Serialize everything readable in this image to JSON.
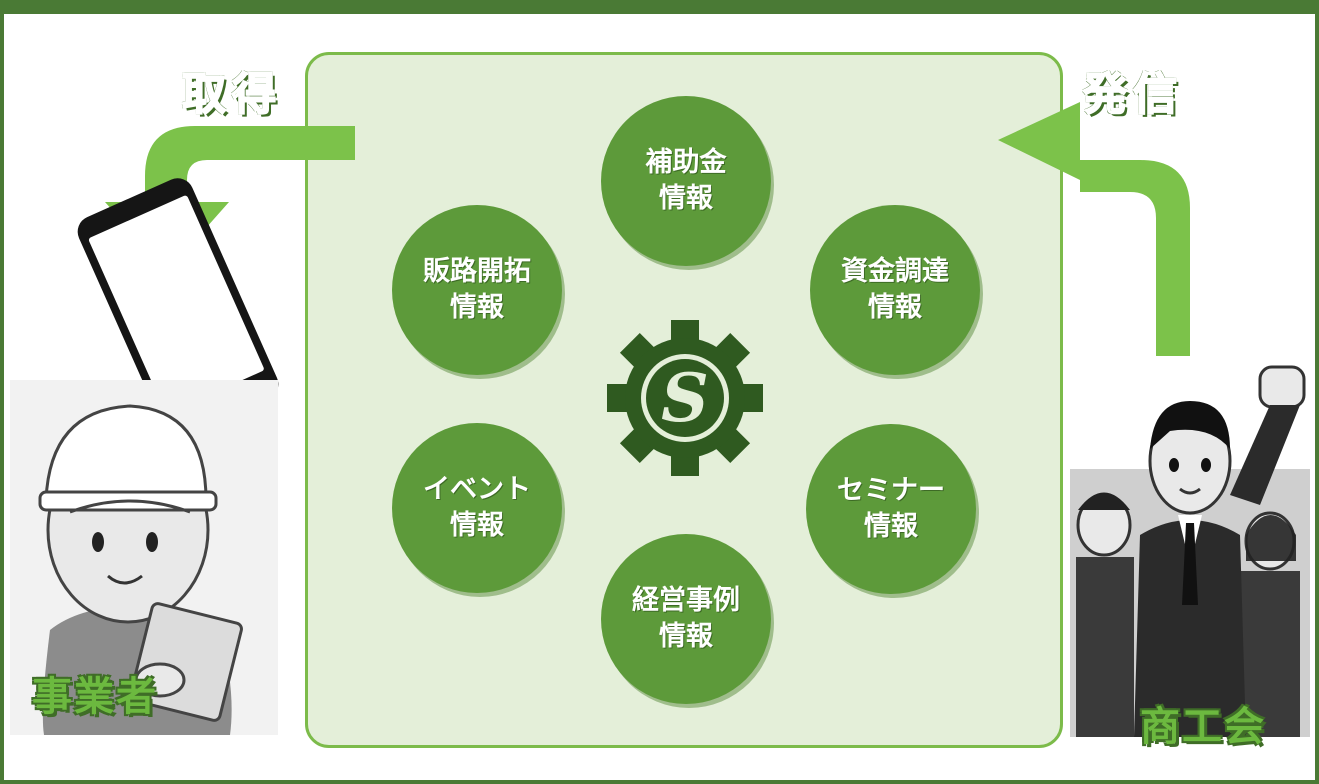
{
  "labels": {
    "acquire": "取得",
    "transmit": "発信",
    "business_owner": "事業者",
    "chamber": "商工会"
  },
  "topics": [
    {
      "line1": "補助金",
      "line2": "情報"
    },
    {
      "line1": "資金調達",
      "line2": "情報"
    },
    {
      "line1": "セミナー",
      "line2": "情報"
    },
    {
      "line1": "経営事例",
      "line2": "情報"
    },
    {
      "line1": "イベント",
      "line2": "情報"
    },
    {
      "line1": "販路開拓",
      "line2": "情報"
    }
  ],
  "logo": {
    "letter": "S"
  },
  "colors": {
    "frame": "#4a7a35",
    "panel_bg": "#e4efd9",
    "panel_border": "#7cbb4a",
    "bubble": "#5d9a3a",
    "arrow": "#7cc24a",
    "logo": "#2f5a20"
  },
  "icons": [
    "smartphone-icon",
    "worker-illustration",
    "businesspeople-illustration",
    "gear-logo-icon"
  ]
}
